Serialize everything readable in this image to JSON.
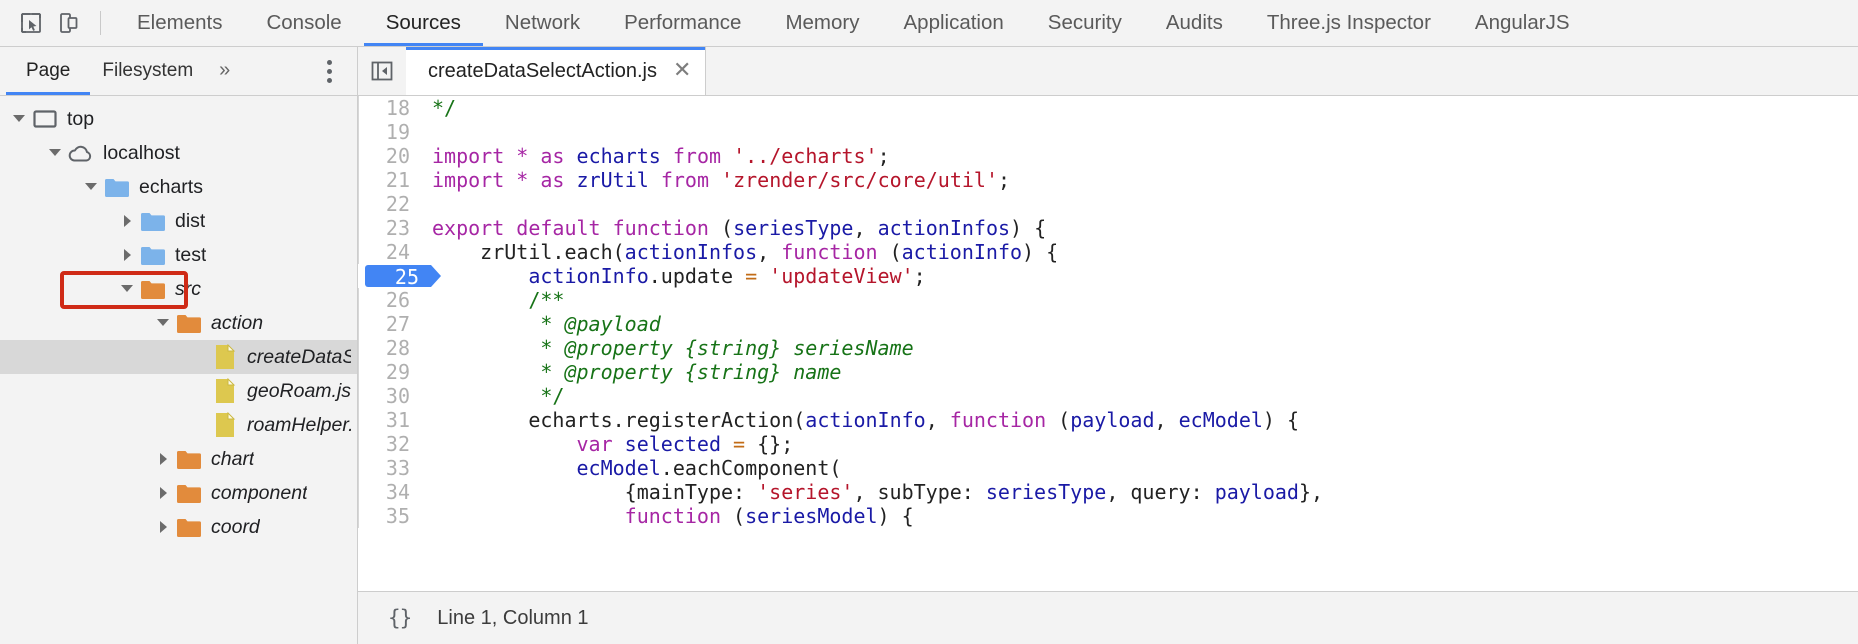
{
  "toolbar": {
    "inspect_icon": "inspect-cursor-icon",
    "device_icon": "device-toolbar-icon",
    "tabs": [
      {
        "label": "Elements",
        "active": false
      },
      {
        "label": "Console",
        "active": false
      },
      {
        "label": "Sources",
        "active": true
      },
      {
        "label": "Network",
        "active": false
      },
      {
        "label": "Performance",
        "active": false
      },
      {
        "label": "Memory",
        "active": false
      },
      {
        "label": "Application",
        "active": false
      },
      {
        "label": "Security",
        "active": false
      },
      {
        "label": "Audits",
        "active": false
      },
      {
        "label": "Three.js Inspector",
        "active": false
      },
      {
        "label": "AngularJS",
        "active": false
      }
    ]
  },
  "navigator": {
    "tabs": [
      {
        "label": "Page",
        "active": true
      },
      {
        "label": "Filesystem",
        "active": false
      }
    ],
    "more_label": "»",
    "menu_icon": "kebab-menu-icon",
    "tree": [
      {
        "label": "top",
        "indent": 0,
        "arrow": "down",
        "icon": "frame-icon",
        "italic": false,
        "selected": false
      },
      {
        "label": "localhost",
        "indent": 1,
        "arrow": "down",
        "icon": "cloud-icon",
        "italic": false,
        "selected": false
      },
      {
        "label": "echarts",
        "indent": 2,
        "arrow": "down",
        "icon": "folder-blue-icon",
        "italic": false,
        "selected": false
      },
      {
        "label": "dist",
        "indent": 3,
        "arrow": "right",
        "icon": "folder-blue-icon",
        "italic": false,
        "selected": false
      },
      {
        "label": "test",
        "indent": 3,
        "arrow": "right",
        "icon": "folder-blue-icon",
        "italic": false,
        "selected": false
      },
      {
        "label": "src",
        "indent": 3,
        "arrow": "down",
        "icon": "folder-orange-icon",
        "italic": true,
        "selected": false
      },
      {
        "label": "action",
        "indent": 4,
        "arrow": "down",
        "icon": "folder-orange-icon",
        "italic": true,
        "selected": false
      },
      {
        "label": "createDataSelectAction.js",
        "indent": 5,
        "arrow": "none",
        "icon": "file-js-icon",
        "italic": true,
        "selected": true
      },
      {
        "label": "geoRoam.js",
        "indent": 5,
        "arrow": "none",
        "icon": "file-js-icon",
        "italic": true,
        "selected": false
      },
      {
        "label": "roamHelper.js",
        "indent": 5,
        "arrow": "none",
        "icon": "file-js-icon",
        "italic": true,
        "selected": false
      },
      {
        "label": "chart",
        "indent": 4,
        "arrow": "right",
        "icon": "folder-orange-icon",
        "italic": true,
        "selected": false
      },
      {
        "label": "component",
        "indent": 4,
        "arrow": "right",
        "icon": "folder-orange-icon",
        "italic": true,
        "selected": false
      },
      {
        "label": "coord",
        "indent": 4,
        "arrow": "right",
        "icon": "folder-orange-icon",
        "italic": true,
        "selected": false
      }
    ],
    "annotation": {
      "target": "src",
      "color": "#cf2a16"
    }
  },
  "editor": {
    "panel_toggle_icon": "collapse-sidebar-icon",
    "tab": {
      "label": "createDataSelectAction.js",
      "close_label": "✕"
    },
    "breakpoint_line": 25,
    "lines": [
      {
        "n": 18,
        "tokens": [
          {
            "t": "*/",
            "c": "cmt"
          }
        ]
      },
      {
        "n": 19,
        "tokens": []
      },
      {
        "n": 20,
        "tokens": [
          {
            "t": "import",
            "c": "kw"
          },
          {
            "t": " ",
            "c": "plain"
          },
          {
            "t": "*",
            "c": "kw"
          },
          {
            "t": " ",
            "c": "plain"
          },
          {
            "t": "as",
            "c": "kw"
          },
          {
            "t": " ",
            "c": "plain"
          },
          {
            "t": "echarts",
            "c": "id"
          },
          {
            "t": " ",
            "c": "plain"
          },
          {
            "t": "from",
            "c": "kw"
          },
          {
            "t": " ",
            "c": "plain"
          },
          {
            "t": "'../echarts'",
            "c": "str"
          },
          {
            "t": ";",
            "c": "plain"
          }
        ]
      },
      {
        "n": 21,
        "tokens": [
          {
            "t": "import",
            "c": "kw"
          },
          {
            "t": " ",
            "c": "plain"
          },
          {
            "t": "*",
            "c": "kw"
          },
          {
            "t": " ",
            "c": "plain"
          },
          {
            "t": "as",
            "c": "kw"
          },
          {
            "t": " ",
            "c": "plain"
          },
          {
            "t": "zrUtil",
            "c": "id"
          },
          {
            "t": " ",
            "c": "plain"
          },
          {
            "t": "from",
            "c": "kw"
          },
          {
            "t": " ",
            "c": "plain"
          },
          {
            "t": "'zrender/src/core/util'",
            "c": "str"
          },
          {
            "t": ";",
            "c": "plain"
          }
        ]
      },
      {
        "n": 22,
        "tokens": []
      },
      {
        "n": 23,
        "tokens": [
          {
            "t": "export",
            "c": "kw"
          },
          {
            "t": " ",
            "c": "plain"
          },
          {
            "t": "default",
            "c": "kw"
          },
          {
            "t": " ",
            "c": "plain"
          },
          {
            "t": "function",
            "c": "kw"
          },
          {
            "t": " (",
            "c": "plain"
          },
          {
            "t": "seriesType",
            "c": "id"
          },
          {
            "t": ", ",
            "c": "plain"
          },
          {
            "t": "actionInfos",
            "c": "id"
          },
          {
            "t": ") {",
            "c": "plain"
          }
        ]
      },
      {
        "n": 24,
        "tokens": [
          {
            "t": "    zrUtil.each(",
            "c": "plain"
          },
          {
            "t": "actionInfos",
            "c": "id"
          },
          {
            "t": ", ",
            "c": "plain"
          },
          {
            "t": "function",
            "c": "kw"
          },
          {
            "t": " (",
            "c": "plain"
          },
          {
            "t": "actionInfo",
            "c": "id"
          },
          {
            "t": ") {",
            "c": "plain"
          }
        ]
      },
      {
        "n": 25,
        "tokens": [
          {
            "t": "        ",
            "c": "plain"
          },
          {
            "t": "actionInfo",
            "c": "id"
          },
          {
            "t": ".update ",
            "c": "plain"
          },
          {
            "t": "=",
            "c": "op"
          },
          {
            "t": " ",
            "c": "plain"
          },
          {
            "t": "'updateView'",
            "c": "str"
          },
          {
            "t": ";",
            "c": "plain"
          }
        ]
      },
      {
        "n": 26,
        "tokens": [
          {
            "t": "        /**",
            "c": "cmt"
          }
        ]
      },
      {
        "n": 27,
        "tokens": [
          {
            "t": "         * ",
            "c": "cmt"
          },
          {
            "t": "@payload",
            "c": "cmt i"
          }
        ]
      },
      {
        "n": 28,
        "tokens": [
          {
            "t": "         * ",
            "c": "cmt"
          },
          {
            "t": "@property {string} seriesName",
            "c": "cmt i"
          }
        ]
      },
      {
        "n": 29,
        "tokens": [
          {
            "t": "         * ",
            "c": "cmt"
          },
          {
            "t": "@property {string} name",
            "c": "cmt i"
          }
        ]
      },
      {
        "n": 30,
        "tokens": [
          {
            "t": "         */",
            "c": "cmt"
          }
        ]
      },
      {
        "n": 31,
        "tokens": [
          {
            "t": "        echarts.registerAction(",
            "c": "plain"
          },
          {
            "t": "actionInfo",
            "c": "id"
          },
          {
            "t": ", ",
            "c": "plain"
          },
          {
            "t": "function",
            "c": "kw"
          },
          {
            "t": " (",
            "c": "plain"
          },
          {
            "t": "payload",
            "c": "id"
          },
          {
            "t": ", ",
            "c": "plain"
          },
          {
            "t": "ecModel",
            "c": "id"
          },
          {
            "t": ") {",
            "c": "plain"
          }
        ]
      },
      {
        "n": 32,
        "tokens": [
          {
            "t": "            ",
            "c": "plain"
          },
          {
            "t": "var",
            "c": "kw"
          },
          {
            "t": " ",
            "c": "plain"
          },
          {
            "t": "selected",
            "c": "id"
          },
          {
            "t": " ",
            "c": "plain"
          },
          {
            "t": "=",
            "c": "op"
          },
          {
            "t": " {};",
            "c": "plain"
          }
        ]
      },
      {
        "n": 33,
        "tokens": [
          {
            "t": "            ",
            "c": "plain"
          },
          {
            "t": "ecModel",
            "c": "id"
          },
          {
            "t": ".eachComponent(",
            "c": "plain"
          }
        ]
      },
      {
        "n": 34,
        "tokens": [
          {
            "t": "                {mainType: ",
            "c": "plain"
          },
          {
            "t": "'series'",
            "c": "str"
          },
          {
            "t": ", subType: ",
            "c": "plain"
          },
          {
            "t": "seriesType",
            "c": "id"
          },
          {
            "t": ", query: ",
            "c": "plain"
          },
          {
            "t": "payload",
            "c": "id"
          },
          {
            "t": "},",
            "c": "plain"
          }
        ]
      },
      {
        "n": 35,
        "tokens": [
          {
            "t": "                ",
            "c": "plain"
          },
          {
            "t": "function",
            "c": "kw"
          },
          {
            "t": " (",
            "c": "plain"
          },
          {
            "t": "seriesModel",
            "c": "id"
          },
          {
            "t": ") {",
            "c": "plain"
          }
        ]
      }
    ]
  },
  "statusbar": {
    "format_icon": "{}",
    "text": "Line 1, Column 1"
  },
  "colors": {
    "accent": "#4285f4",
    "annotation": "#cf2a16",
    "folder_blue": "#7cb3ea",
    "folder_orange": "#e28b3c",
    "file_yellow": "#ddc84f",
    "keyword": "#a626a4",
    "identifier": "#1a1aa6",
    "string": "#b5152b",
    "comment": "#177317"
  }
}
